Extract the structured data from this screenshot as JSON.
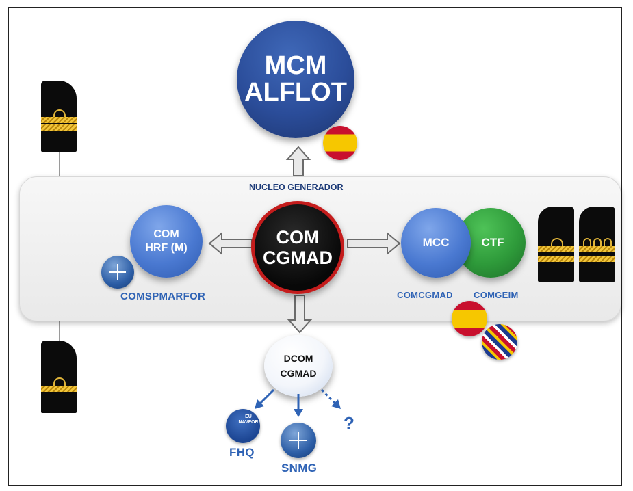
{
  "nodes": {
    "mcm_alflot": {
      "line1": "MCM",
      "line2": "ALFLOT"
    },
    "com_cgmad": {
      "line1": "COM",
      "line2": "CGMAD"
    },
    "com_hrf": {
      "line1": "COM",
      "line2": "HRF (M)"
    },
    "mcc": {
      "label": "MCC"
    },
    "ctf": {
      "label": "CTF"
    },
    "dcom_cgmad": {
      "line1": "DCOM",
      "line2": "CGMAD"
    }
  },
  "labels": {
    "nucleo": "NUCLEO GENERADOR",
    "comspmarfor": "COMSPMARFOR",
    "comcgmad": "COMCGMAD",
    "comgeim": "COMGEIM",
    "fhq": "FHQ",
    "snmg": "SNMG",
    "question": "?",
    "eu_badge": "EU NAVFOR"
  },
  "icons": [
    "spain-flag-icon",
    "nato-emblem-icon",
    "eu-navfor-emblem-icon",
    "multinational-flags-icon",
    "shoulder-board-icon"
  ],
  "colors": {
    "accent_blue": "#2f63b5",
    "dark_blue": "#2b4d9a",
    "red_ring": "#c41c1c",
    "green": "#2e9a3a",
    "gold": "#e0b53a"
  }
}
